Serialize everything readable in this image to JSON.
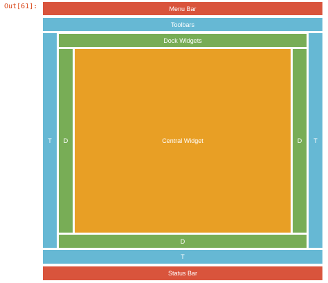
{
  "prompt": {
    "label": "Out[61]:"
  },
  "layout": {
    "menu_bar": "Menu Bar",
    "toolbars_top": "Toolbars",
    "toolbar_left": "T",
    "toolbar_right": "T",
    "toolbar_bottom": "T",
    "dock_top": "Dock Widgets",
    "dock_left": "D",
    "dock_right": "D",
    "dock_bottom": "D",
    "central": "Central Widget",
    "status_bar": "Status Bar"
  },
  "colors": {
    "menu_and_status": "#d9543c",
    "toolbars": "#66b8d4",
    "dock_widgets": "#78ad56",
    "central_widget": "#e89f25",
    "prompt": "#d84315"
  }
}
